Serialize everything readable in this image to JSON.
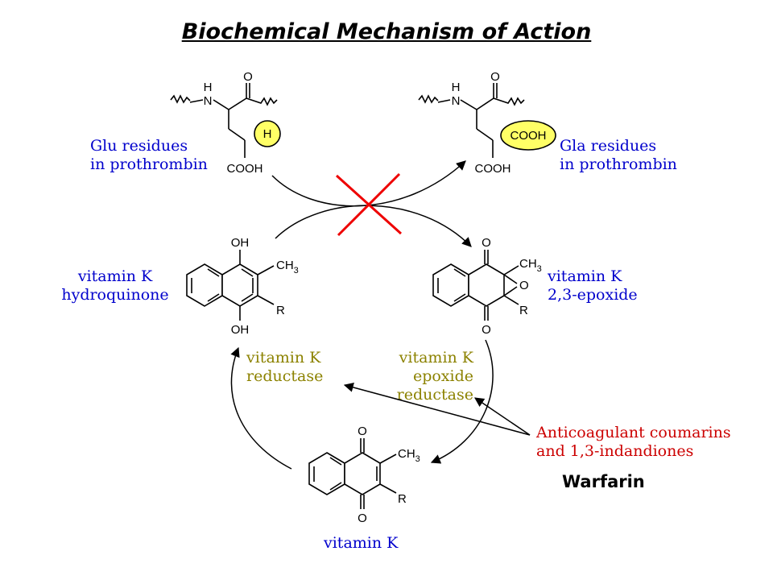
{
  "title": "Biochemical Mechanism of Action",
  "labels": {
    "glu_line1": "Glu residues",
    "glu_line2": "in prothrombin",
    "gla_line1": "Gla residues",
    "gla_line2": "in prothrombin",
    "hydroquinone_line1": "vitamin K",
    "hydroquinone_line2": "hydroquinone",
    "epoxide_line1": "vitamin K",
    "epoxide_line2": "2,3-epoxide",
    "reductase_line1": "vitamin K",
    "reductase_line2": "reductase",
    "epox_red_line1": "vitamin K",
    "epox_red_line2": "epoxide",
    "epox_red_line3": "reductase",
    "vitamin_k": "vitamin K",
    "inhib_line1": "Anticoagulant coumarins",
    "inhib_line2": "and 1,3-indandiones",
    "warfarin": "Warfarin"
  },
  "atoms": {
    "H": "H",
    "N": "N",
    "O": "O",
    "COOH": "COOH",
    "OH": "OH",
    "R": "R",
    "CH": "CH",
    "sub3": "3"
  },
  "colors": {
    "blue": "#0000cc",
    "olive": "#8c8200",
    "red": "#cc0000",
    "highlight": "#ffff66"
  }
}
